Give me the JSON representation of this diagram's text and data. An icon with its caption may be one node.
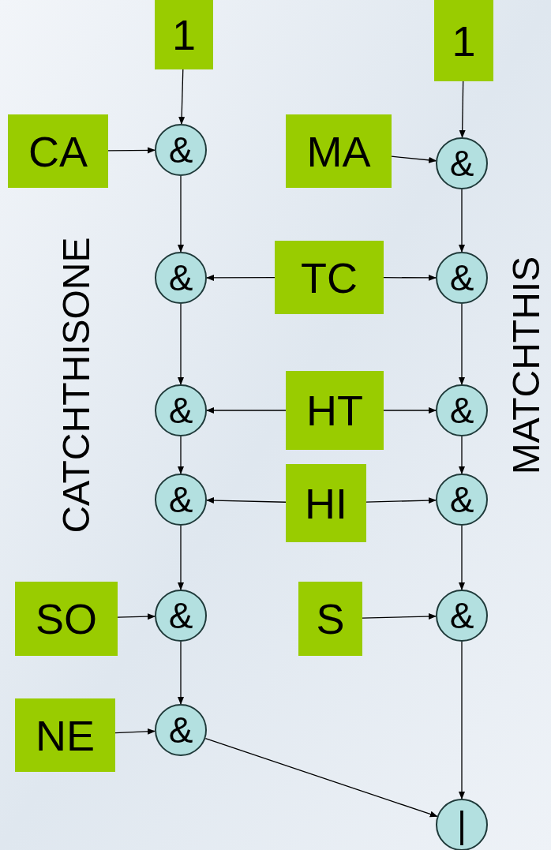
{
  "diagram": {
    "nodes": [
      {
        "text": [
          "1"
        ]
      },
      {
        "text": [
          "1"
        ]
      },
      {
        "text": [
          "CA"
        ]
      },
      {
        "text": [
          "&"
        ]
      },
      {
        "text": [
          "MA"
        ]
      },
      {
        "text": [
          "&"
        ]
      },
      {
        "text": [
          "&"
        ]
      },
      {
        "text": [
          "TC"
        ]
      },
      {
        "text": [
          "&"
        ]
      },
      {
        "text": [
          "&"
        ]
      },
      {
        "text": [
          "HT"
        ]
      },
      {
        "text": [
          "&"
        ]
      },
      {
        "text": [
          "&"
        ]
      },
      {
        "text": [
          "HI"
        ]
      },
      {
        "text": [
          "&"
        ]
      },
      {
        "text": [
          "SO"
        ]
      },
      {
        "text": [
          "&"
        ]
      },
      {
        "text": [
          "S"
        ]
      },
      {
        "text": [
          "&"
        ]
      },
      {
        "text": [
          "NE"
        ]
      },
      {
        "text": [
          "&"
        ]
      },
      {
        "text": [
          "|"
        ]
      }
    ],
    "edges": [
      {
        "from": 0,
        "to": 3,
        "arrow": "to"
      },
      {
        "from": 2,
        "to": 3,
        "arrow": "to"
      },
      {
        "from": 3,
        "to": 6,
        "arrow": "to"
      },
      {
        "from": 1,
        "to": 5,
        "arrow": "to"
      },
      {
        "from": 4,
        "to": 5,
        "arrow": "to"
      },
      {
        "from": 5,
        "to": 8,
        "arrow": "to"
      },
      {
        "from": 7,
        "to": 6,
        "arrow": "to"
      },
      {
        "from": 7,
        "to": 8,
        "arrow": "to"
      },
      {
        "from": 6,
        "to": 9,
        "arrow": "to"
      },
      {
        "from": 8,
        "to": 11,
        "arrow": "to"
      },
      {
        "from": 10,
        "to": 9,
        "arrow": "to"
      },
      {
        "from": 10,
        "to": 11,
        "arrow": "to"
      },
      {
        "from": 9,
        "to": 12,
        "arrow": "to"
      },
      {
        "from": 11,
        "to": 14,
        "arrow": "to"
      },
      {
        "from": 13,
        "to": 12,
        "arrow": "to"
      },
      {
        "from": 13,
        "to": 14,
        "arrow": "to"
      },
      {
        "from": 12,
        "to": 16,
        "arrow": "to"
      },
      {
        "from": 14,
        "to": 18,
        "arrow": "to"
      },
      {
        "from": 15,
        "to": 16,
        "arrow": "to"
      },
      {
        "from": 17,
        "to": 18,
        "arrow": "to"
      },
      {
        "from": 16,
        "to": 20,
        "arrow": "to"
      },
      {
        "from": 19,
        "to": 20,
        "arrow": "to"
      },
      {
        "from": 20,
        "to": 21,
        "arrow": "to"
      },
      {
        "from": 18,
        "to": 21,
        "arrow": "to"
      }
    ],
    "labels": [
      "CATCHTHISONE",
      "MATCHTHIS"
    ]
  }
}
